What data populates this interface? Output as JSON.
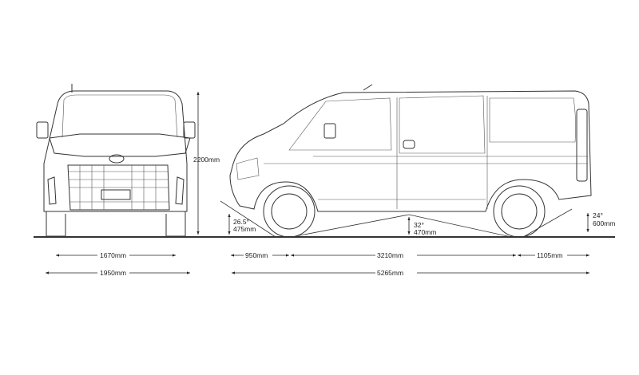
{
  "front_view": {
    "height_label": "2200mm",
    "track_label": "1670mm",
    "width_label": "1950mm"
  },
  "side_view": {
    "approach_angle": "26.5°",
    "front_clearance": "475mm",
    "ramp_angle": "32°",
    "mid_clearance": "470mm",
    "departure_angle": "24°",
    "rear_clearance": "600mm",
    "front_overhang": "950mm",
    "wheelbase": "3210mm",
    "rear_overhang": "1105mm",
    "overall_length": "5265mm"
  }
}
